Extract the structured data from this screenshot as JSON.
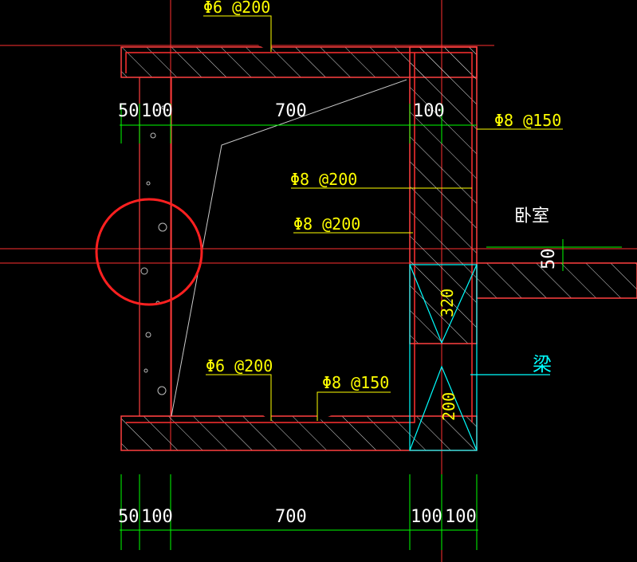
{
  "drawing": {
    "dimensions_top": [
      "50",
      "100",
      "700",
      "100"
    ],
    "dimensions_bottom": [
      "50",
      "100",
      "700",
      "100",
      "100"
    ],
    "rebar_labels": {
      "top_slab": "Φ6 @200",
      "right_wall": "Φ8 @150",
      "inner_upper": "Φ8 @200",
      "inner_lower": "Φ8 @200",
      "bottom_left": "Φ6 @200",
      "bottom_right": "Φ8 @150"
    },
    "room_label": "卧室",
    "slab_thickness": "50",
    "beam_label": "梁",
    "beam_depth": "320",
    "beam_width": "200"
  },
  "colors": {
    "background": "#000000",
    "concrete_outline": "#ff4040",
    "hatch": "#ffffff",
    "dimension": "#00ff00",
    "leader": "#ffff00",
    "beam": "#00ffff",
    "axis": "#ff3030",
    "highlight_circle": "#ff2020"
  }
}
